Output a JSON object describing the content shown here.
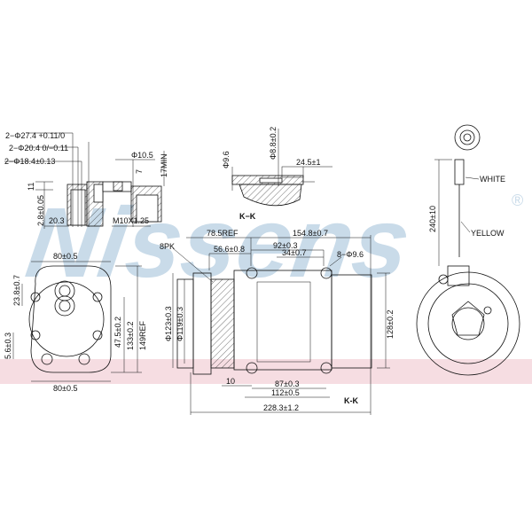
{
  "brand": {
    "watermark": "Nissens",
    "registered_mark": "®",
    "watermark_color": "#c9dbe9",
    "band_color": "#f6dde2"
  },
  "fitting_view": {
    "dims": [
      "2−Φ27.4 +0.11/0",
      "2−Φ20.4 0/−0.11",
      "2−Φ18.4±0.13",
      "Φ10.5",
      "17MIN",
      "7",
      "11",
      "2.8±0.05",
      "20.3",
      "M10X1.25"
    ]
  },
  "section_kk": {
    "dims": [
      "Φ9.6",
      "Φ8.8±0.2",
      "24.5±1"
    ],
    "title": "K−K"
  },
  "front_view": {
    "dims": [
      "80±0.5",
      "23.8±0.7",
      "47.5±0.2",
      "133±0.2",
      "149REF",
      "5.6±0.3",
      "80±0.5"
    ]
  },
  "side_view": {
    "dims": [
      "78.5REF",
      "154.8±0.7",
      "92±0.3",
      "56.6±0.8",
      "34±0.7",
      "8−Φ9.6",
      "8PK",
      "Φ123±0.3",
      "Φ119±0.3",
      "128±0.2",
      "10",
      "87±0.3",
      "112±0.5",
      "228.3±1.2"
    ],
    "section_mark": "K-K"
  },
  "clutch_view": {
    "wires": [
      "WHITE",
      "YELLOW"
    ],
    "dims": [
      "240±10"
    ]
  }
}
